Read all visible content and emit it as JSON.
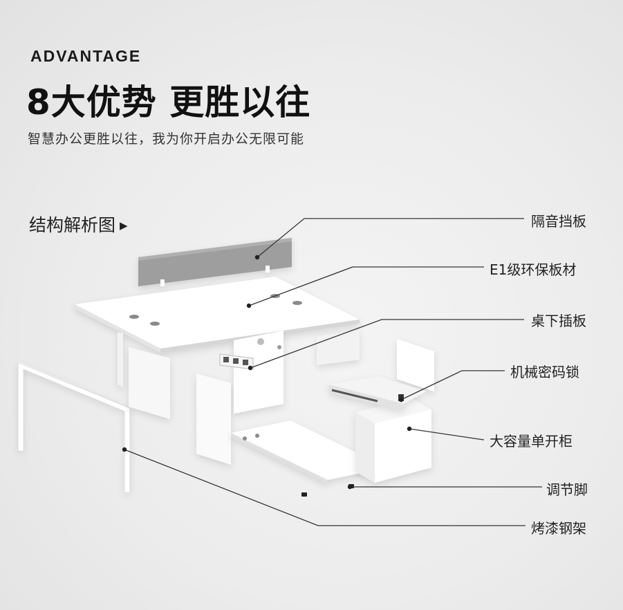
{
  "header": {
    "eyebrow": "ADVANTAGE",
    "headline": "8大优势 更胜以往",
    "subline": "智慧办公更胜以往，我为你开启办公无限可能"
  },
  "section": {
    "title": "结构解析图",
    "arrow": "▶"
  },
  "callouts": [
    {
      "id": "privacy-panel",
      "label": "隔音挡板"
    },
    {
      "id": "eco-board",
      "label": "E1级环保板材"
    },
    {
      "id": "power-strip",
      "label": "桌下插板"
    },
    {
      "id": "combination-lock",
      "label": "机械密码锁"
    },
    {
      "id": "cabinet",
      "label": "大容量单开柜"
    },
    {
      "id": "leveling-foot",
      "label": "调节脚"
    },
    {
      "id": "steel-frame",
      "label": "烤漆钢架"
    }
  ],
  "colors": {
    "background": "#ececec",
    "panel": "#9a9a9a",
    "furniture": "#ffffff",
    "line": "#333333"
  }
}
